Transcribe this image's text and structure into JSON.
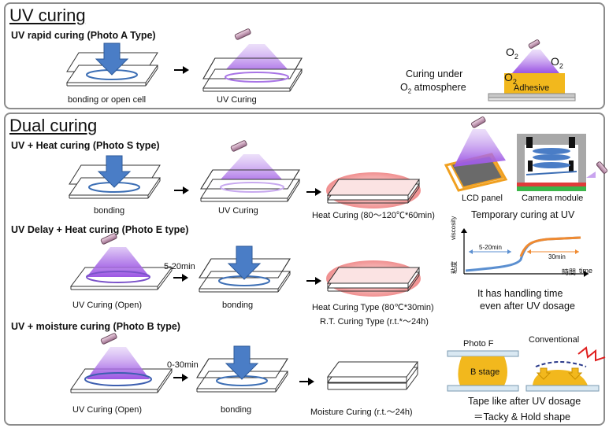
{
  "uv": {
    "title": "UV curing",
    "rapid_header": "UV rapid curing (Photo A Type)",
    "label_bonding": "bonding or open cell",
    "label_uvcuring": "UV Curing",
    "o2_note_line1": "Curing under",
    "o2_note_line2": "O",
    "o2_note_sub": "2",
    "o2_note_line2_rest": " atmosphere",
    "o2_symbol": "O",
    "o2_sub": "2",
    "adhesive": "Adhesive"
  },
  "dual": {
    "title": "Dual curing",
    "s": {
      "header": "UV + Heat curing (Photo S type)",
      "bonding": "bonding",
      "uv": "UV Curing",
      "heat": "Heat Curing (80～120℃*60min)"
    },
    "e": {
      "header": "UV Delay + Heat curing (Photo E type)",
      "uv_open": "UV Curing (Open)",
      "delay": "5-20min",
      "bonding": "bonding",
      "heat1": "Heat Curing  Type (80℃*30min)",
      "heat2": "R.T. Curing Type (r.t.*～24h)"
    },
    "b": {
      "header": "UV + moisture curing (Photo B type)",
      "uv_open": "UV Curing (Open)",
      "delay": "0-30min",
      "bonding": "bonding",
      "moisture": "Moisture Curing (r.t.～24h)"
    },
    "right": {
      "lcd": "LCD panel",
      "camera": "Camera module",
      "temporary": "Temporary curing at UV",
      "viscosity_en": "viscosity",
      "viscosity_jp": "粘度",
      "time_jp": "時間",
      "time_en": "time",
      "t1": "5-20min",
      "t2": "30min",
      "handling1": "It has handling time",
      "handling2": "even after UV dosage",
      "photof": "Photo F",
      "conventional": "Conventional",
      "bstage": "B stage",
      "tape1": "Tape like after UV dosage",
      "tape2": "＝Tacky & Hold shape"
    }
  }
}
